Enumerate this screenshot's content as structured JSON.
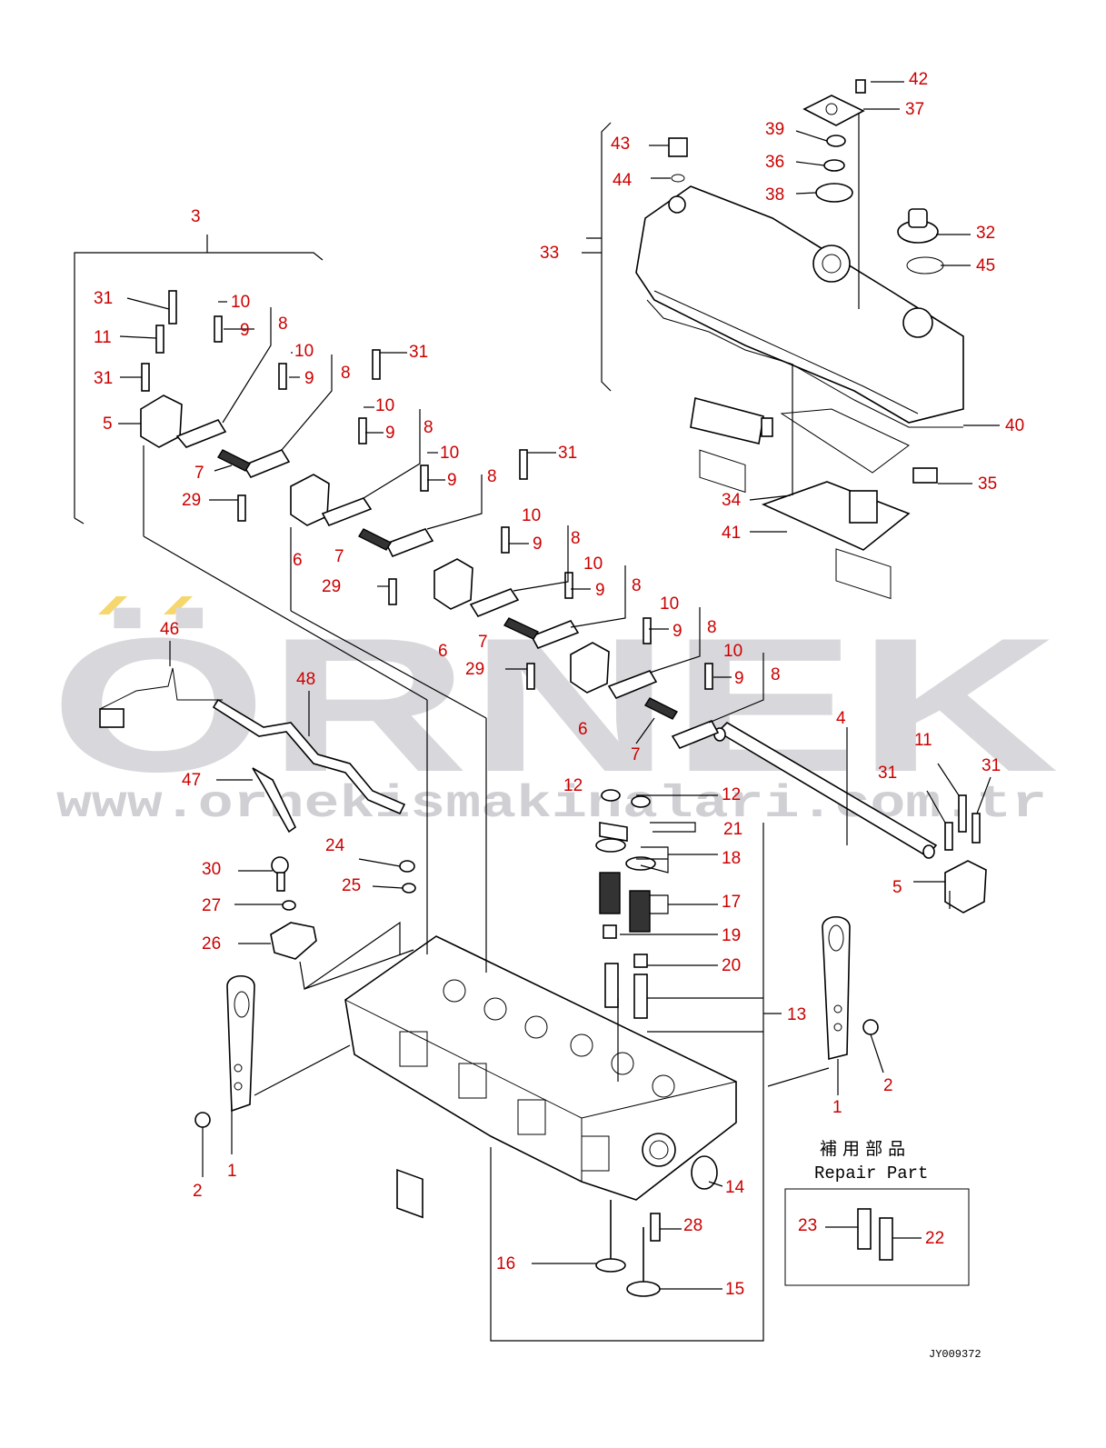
{
  "watermark": {
    "brand": "ÖRNEK",
    "url": "www.ornekismakinalari.com.tr",
    "accent_color": "#f5d76e"
  },
  "repair_box": {
    "title_jp": "補 用 部 品",
    "title_en": "Repair Part"
  },
  "drawing_code": "JY009372",
  "callout_color": "#cc0000",
  "callouts": [
    "1",
    "2",
    "3",
    "4",
    "5",
    "6",
    "7",
    "8",
    "9",
    "10",
    "11",
    "12",
    "13",
    "14",
    "15",
    "16",
    "17",
    "18",
    "19",
    "20",
    "21",
    "22",
    "23",
    "24",
    "25",
    "26",
    "27",
    "28",
    "29",
    "30",
    "31",
    "32",
    "33",
    "34",
    "35",
    "36",
    "37",
    "38",
    "39",
    "40",
    "41",
    "42",
    "43",
    "44",
    "45",
    "46",
    "47",
    "48"
  ]
}
